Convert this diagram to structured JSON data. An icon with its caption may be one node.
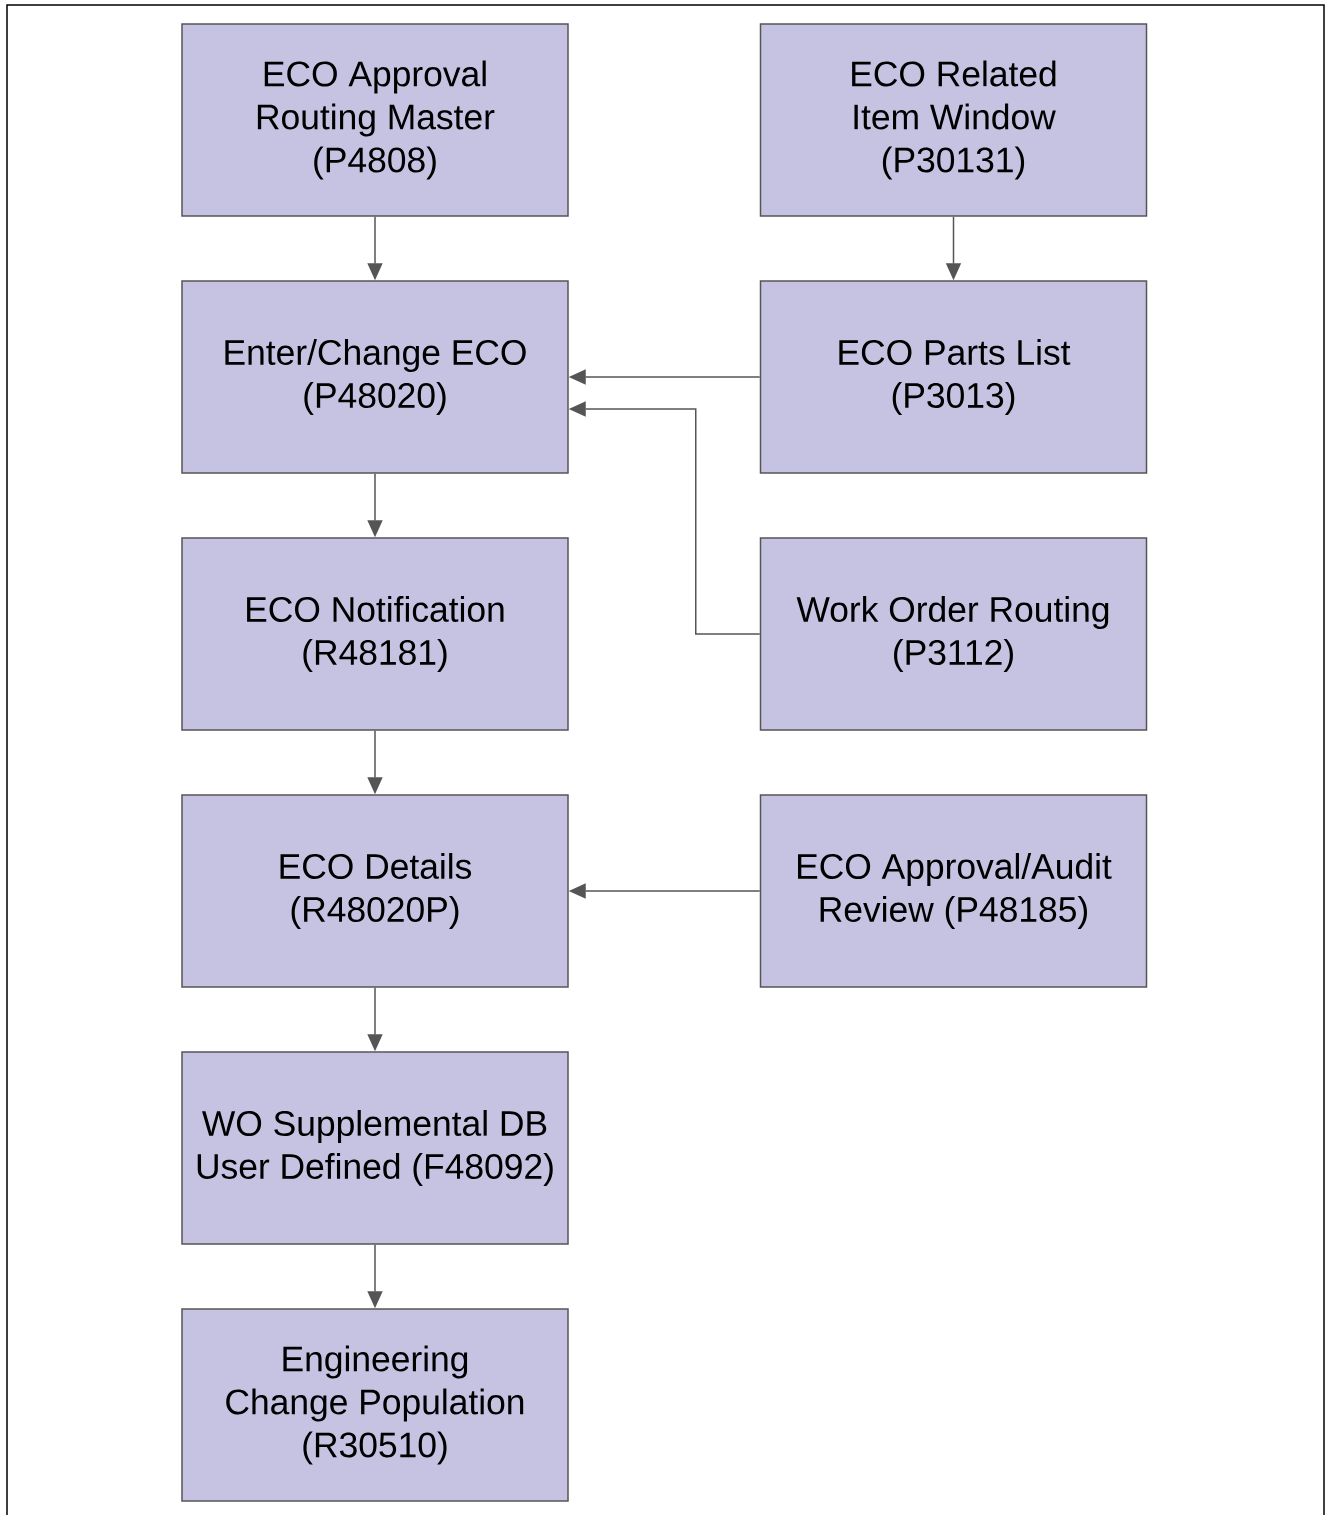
{
  "diagram": {
    "nodes": [
      {
        "text": [
          "ECO Approval Routing Master (P4808)"
        ]
      },
      {
        "text": [
          "ECO Related Item Window (P30131)"
        ]
      },
      {
        "text": [
          "Enter/Change ECO (P48020)"
        ]
      },
      {
        "text": [
          "ECO Parts List (P3013)"
        ]
      },
      {
        "text": [
          "ECO Notification (R48181)"
        ]
      },
      {
        "text": [
          "Work Order Routing (P3112)"
        ]
      },
      {
        "text": [
          "ECO Details (R48020P)"
        ]
      },
      {
        "text": [
          "ECO Approval/Audit Review (P48185)"
        ]
      },
      {
        "text": [
          "WO Supplemental DB User Defined (F48092)"
        ]
      },
      {
        "text": [
          "Engineering Change Population (R30510)"
        ]
      }
    ],
    "edges": [
      {
        "from": 0,
        "to": 2,
        "arrow": "to"
      },
      {
        "from": 1,
        "to": 3,
        "arrow": "to"
      },
      {
        "from": 3,
        "to": 2,
        "arrow": "to"
      },
      {
        "from": 5,
        "to": 2,
        "arrow": "to"
      },
      {
        "from": 2,
        "to": 4,
        "arrow": "to"
      },
      {
        "from": 4,
        "to": 6,
        "arrow": "to"
      },
      {
        "from": 7,
        "to": 6,
        "arrow": "to"
      },
      {
        "from": 6,
        "to": 8,
        "arrow": "to"
      },
      {
        "from": 8,
        "to": 9,
        "arrow": "to"
      }
    ]
  }
}
